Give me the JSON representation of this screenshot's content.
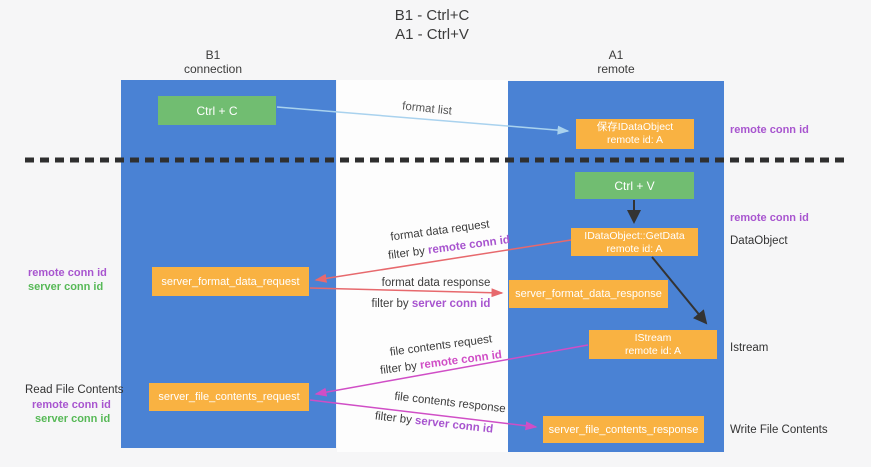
{
  "title": {
    "line1": "B1 - Ctrl+C",
    "line2": "A1 - Ctrl+V"
  },
  "columns": {
    "left": {
      "name": "B1",
      "role": "connection"
    },
    "right": {
      "name": "A1",
      "role": "remote"
    }
  },
  "nodes": {
    "ctrl_c": {
      "label": "Ctrl + C"
    },
    "save_dataobject": {
      "line1": "保存IDataObject",
      "line2": "remote id: A"
    },
    "ctrl_v": {
      "label": "Ctrl + V"
    },
    "getdata": {
      "line1": "IDataObject::GetData",
      "line2": "remote id: A"
    },
    "format_request": {
      "label": "server_format_data_request"
    },
    "format_response": {
      "label": "server_format_data_response"
    },
    "istream": {
      "line1": "IStream",
      "line2": "remote id: A"
    },
    "file_request": {
      "label": "server_file_contents_request"
    },
    "file_response": {
      "label": "server_file_contents_response"
    }
  },
  "arrow_labels": {
    "format_list": "format list",
    "format_request": "format data request",
    "format_request_filter": {
      "prefix": "filter by ",
      "highlight": "remote conn id"
    },
    "format_response": "format data response",
    "format_response_filter": {
      "prefix": "filter by ",
      "highlight": "server conn id"
    },
    "file_request": "file contents request",
    "file_request_filter": {
      "prefix": "filter by ",
      "highlight": "remote conn id"
    },
    "file_response": "file contents response",
    "file_response_filter": {
      "prefix": "filter by ",
      "highlight": "server conn id"
    }
  },
  "side_labels": {
    "right_remote_conn_1": "remote conn id",
    "right_remote_conn_2": "remote conn id",
    "right_dataobject": "DataObject",
    "right_istream": "Istream",
    "right_write": "Write File Contents",
    "left_remote_conn_mid": "remote conn id",
    "left_server_conn_mid": "server conn id",
    "left_read_title": "Read File Contents",
    "left_remote_conn_bottom": "remote conn id",
    "left_server_conn_bottom": "server conn id"
  },
  "colors": {
    "column_blue": "#4a82d4",
    "node_orange": "#f9b242",
    "node_green": "#71bd71",
    "arrow_light_blue": "#a9d2ee",
    "arrow_red": "#e7696d",
    "arrow_magenta": "#d04ec6",
    "arrow_black": "#333333",
    "dashed_line": "#2f2f2f",
    "text_purple": "#a855cf",
    "text_green": "#57b957"
  }
}
